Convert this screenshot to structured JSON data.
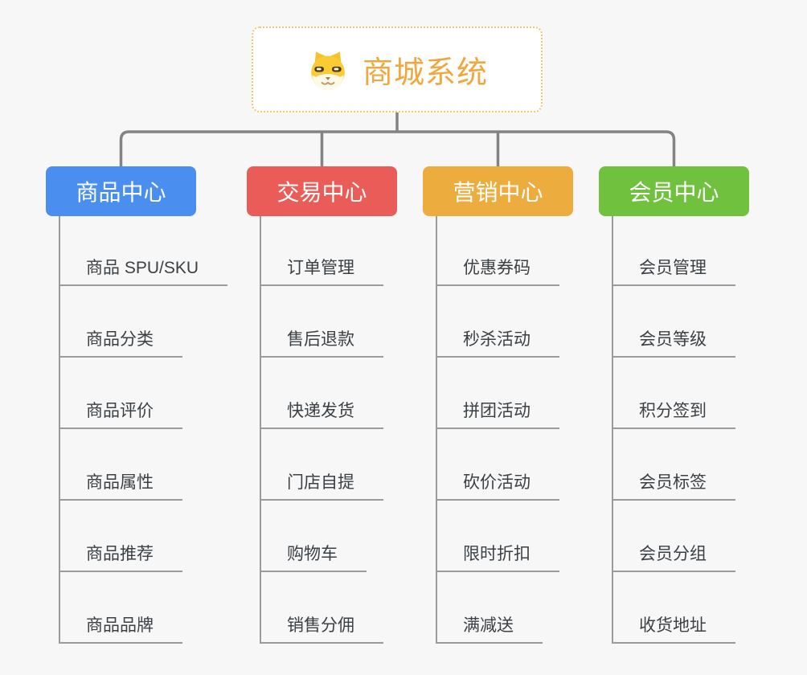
{
  "root": {
    "label": "商城系统",
    "icon": "dog-face-icon",
    "text_color": "#F0A73E",
    "border_color": "#F6C66F",
    "background": "#FFFFFF"
  },
  "connector_color": "#838383",
  "leaf_line_color": "#9B9B9B",
  "leaf_text_color": "#3B4045",
  "background_color": "#F7F7F7",
  "branches": [
    {
      "label": "商品中心",
      "color": "#4A8FEF",
      "children": [
        "商品 SPU/SKU",
        "商品分类",
        "商品评价",
        "商品属性",
        "商品推荐",
        "商品品牌"
      ]
    },
    {
      "label": "交易中心",
      "color": "#E95C57",
      "children": [
        "订单管理",
        "售后退款",
        "快递发货",
        "门店自提",
        "购物车",
        "销售分佣"
      ]
    },
    {
      "label": "营销中心",
      "color": "#EDAD3E",
      "children": [
        "优惠券码",
        "秒杀活动",
        "拼团活动",
        "砍价活动",
        "限时折扣",
        "满减送"
      ]
    },
    {
      "label": "会员中心",
      "color": "#6FC13E",
      "children": [
        "会员管理",
        "会员等级",
        "积分签到",
        "会员标签",
        "会员分组",
        "收货地址"
      ]
    }
  ]
}
